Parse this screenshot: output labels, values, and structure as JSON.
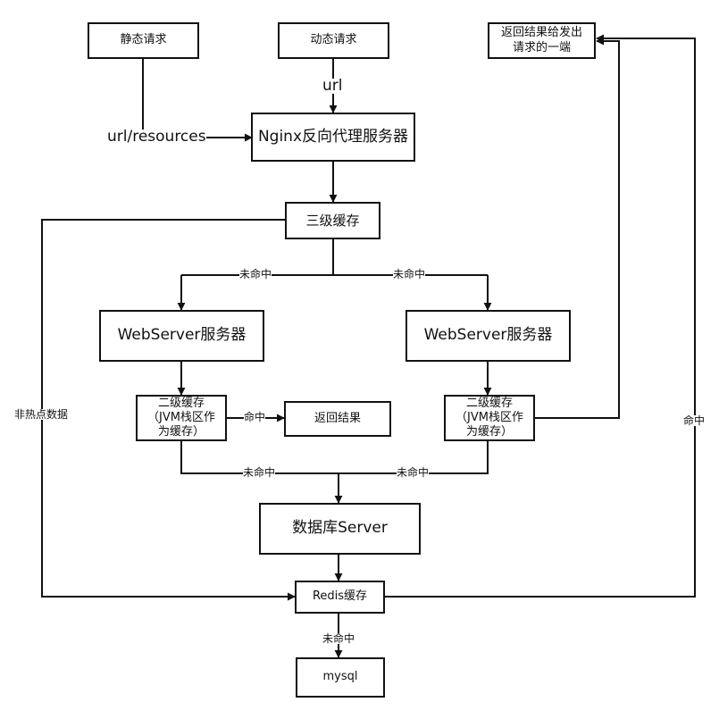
{
  "nodes": {
    "static_request": "静态请求",
    "dynamic_request": "动态请求",
    "return_to_requester": "返回结果给发出\n请求的一端",
    "nginx": "Nginx反向代理服务器",
    "l3_cache": "三级缓存",
    "webserver_left": "WebServer服务器",
    "webserver_right": "WebServer服务器",
    "l2_cache_left": "二级缓存\n（JVM栈区作\n为缓存）",
    "l2_cache_right": "二级缓存\n（JVM栈区作\n为缓存）",
    "return_result": "返回结果",
    "database_server": "数据库Server",
    "redis_cache": "Redis缓存",
    "mysql": "mysql"
  },
  "edges": {
    "url": "url",
    "url_resources": "url/resources",
    "miss_l3_left": "未命中",
    "miss_l3_right": "未命中",
    "hit_l2": "命中",
    "miss_l2_left": "未命中",
    "miss_l2_right": "未命中",
    "non_hot_data": "非热点数据",
    "hit_redis": "命中",
    "miss_redis": "未命中"
  },
  "colors": {
    "line": "#111111",
    "background": "#ffffff"
  }
}
